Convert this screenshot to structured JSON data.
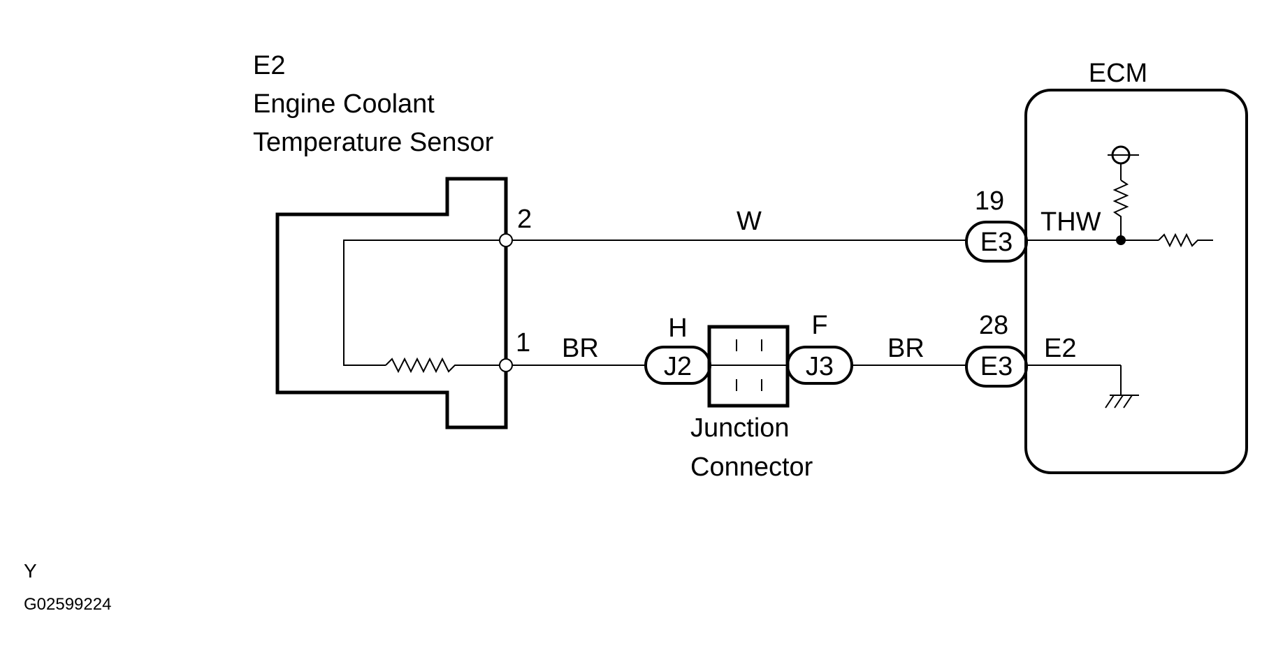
{
  "sensor": {
    "code": "E2",
    "name_line1": "Engine Coolant",
    "name_line2": "Temperature Sensor",
    "pin_top": "2",
    "pin_bottom": "1"
  },
  "wires": {
    "top_color": "W",
    "bottom_left_color": "BR",
    "bottom_right_color": "BR"
  },
  "junction": {
    "left_pin": "H",
    "left_connector": "J2",
    "right_pin": "F",
    "right_connector": "J3",
    "label_line1": "Junction",
    "label_line2": "Connector"
  },
  "ecm": {
    "title": "ECM",
    "pin_top": "19",
    "pin_top_connector": "E3",
    "pin_top_signal": "THW",
    "pin_bottom": "28",
    "pin_bottom_connector": "E3",
    "pin_bottom_signal": "E2"
  },
  "footer": {
    "mark": "Y",
    "figure_id": "G02599224"
  }
}
